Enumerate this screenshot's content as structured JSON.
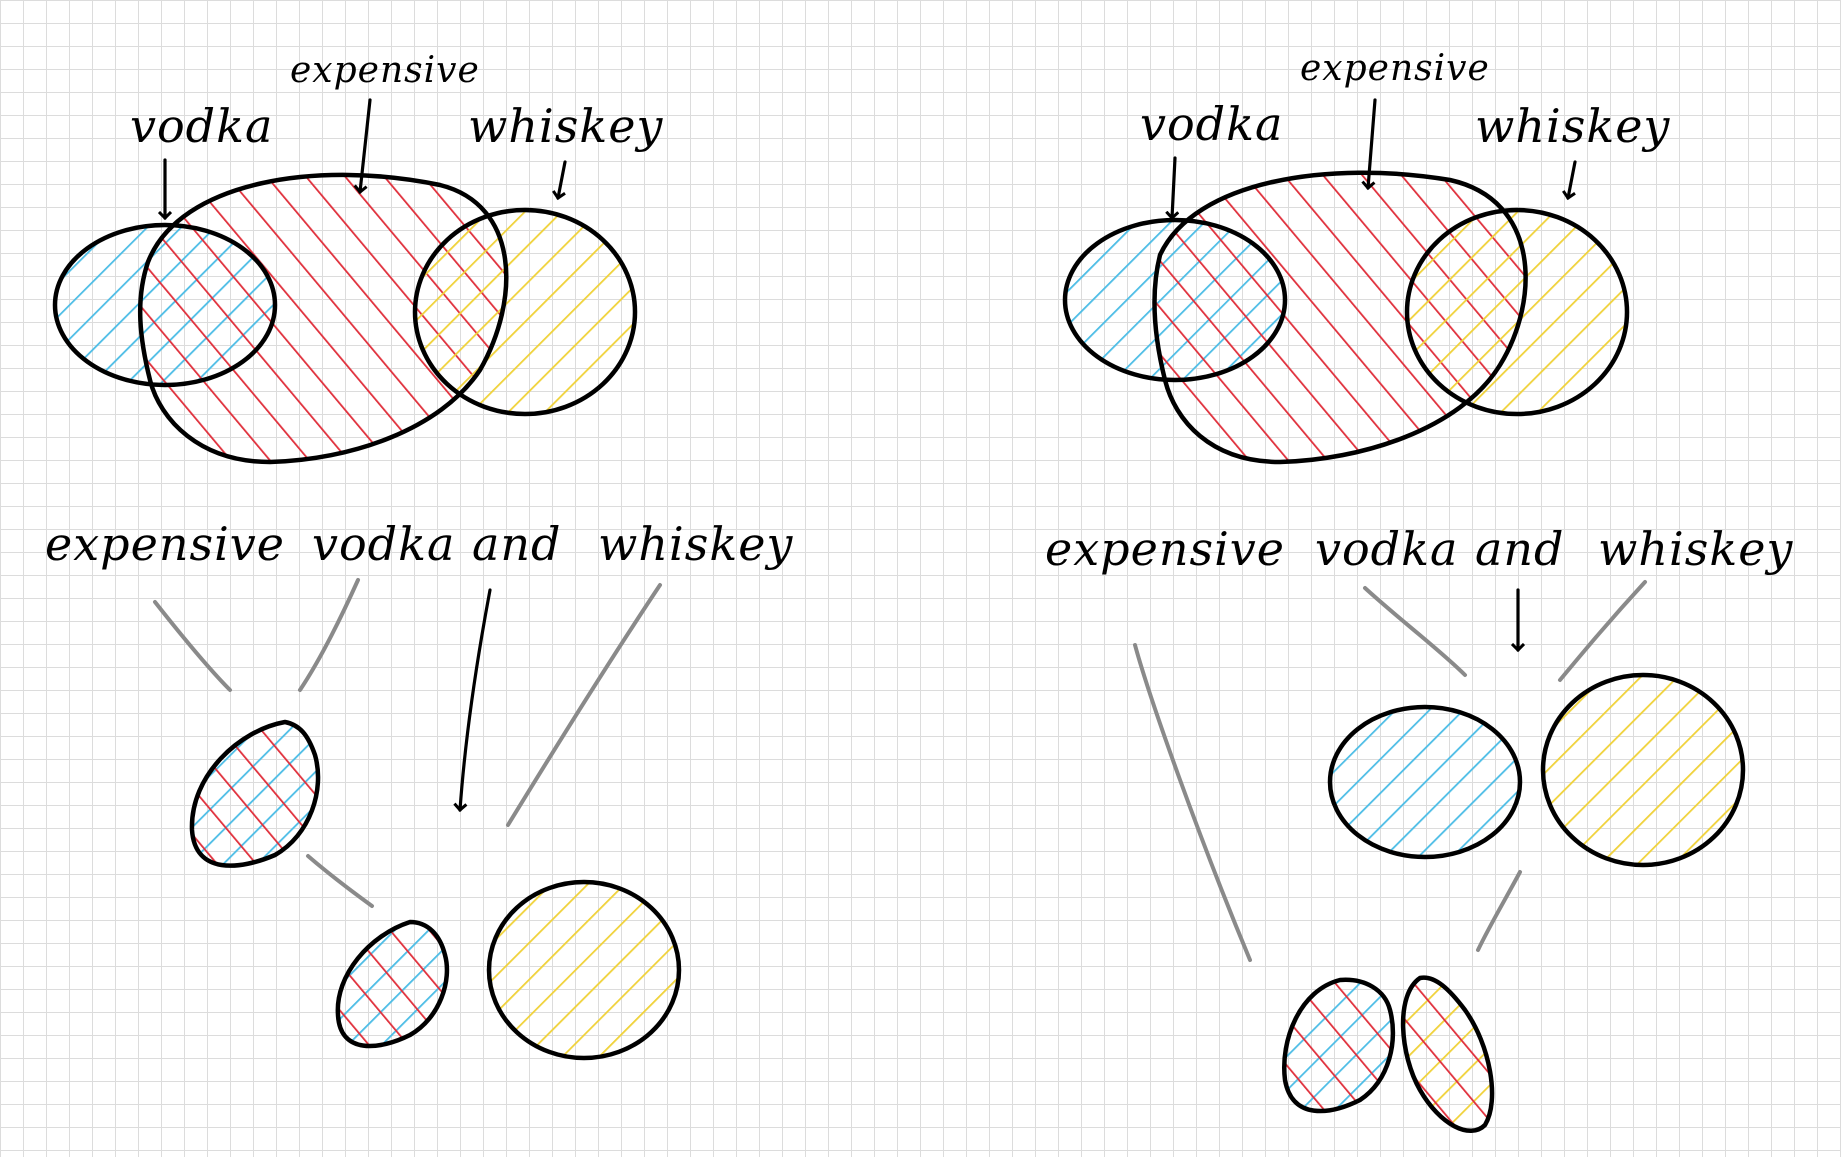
{
  "colors": {
    "vodka": "#4dbde6",
    "expensive": "#e0303c",
    "whiskey": "#f0d23a",
    "outline": "#000000",
    "connector": "#8a8a8a",
    "grid": "#dcdcdc"
  },
  "left_panel": {
    "venn": {
      "label_vodka": "vodka",
      "label_expensive": "expensive",
      "label_whiskey": "whiskey"
    },
    "phrase": {
      "word_1": "expensive",
      "word_2": "vodka",
      "word_3": "and",
      "word_4": "whiskey"
    }
  },
  "right_panel": {
    "venn": {
      "label_vodka": "vodka",
      "label_expensive": "expensive",
      "label_whiskey": "whiskey"
    },
    "phrase": {
      "word_1": "expensive",
      "word_2": "vodka",
      "word_3": "and",
      "word_4": "whiskey"
    }
  }
}
